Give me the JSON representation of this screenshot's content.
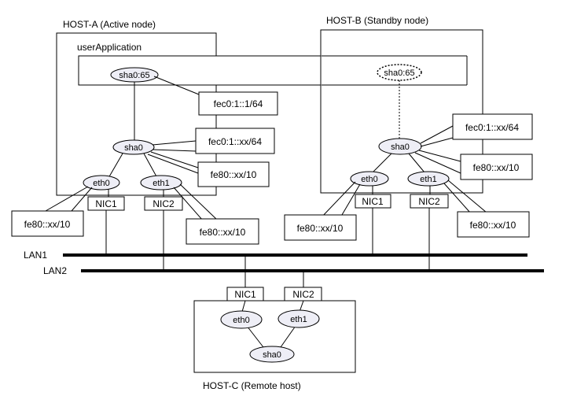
{
  "hosts": {
    "a": {
      "title": "HOST-A (Active node)",
      "app": "userApplication"
    },
    "b": {
      "title": "HOST-B (Standby node)"
    },
    "c": {
      "title": "HOST-C (Remote host)"
    }
  },
  "nodes": {
    "sha0_65": "sha0:65",
    "sha0": "sha0",
    "eth0": "eth0",
    "eth1": "eth1",
    "nic1": "NIC1",
    "nic2": "NIC2"
  },
  "addresses": {
    "virt": "fec0:1::1/64",
    "site_local": "fec0:1::xx/64",
    "link_local": "fe80::xx/10"
  },
  "lans": {
    "lan1": "LAN1",
    "lan2": "LAN2"
  }
}
